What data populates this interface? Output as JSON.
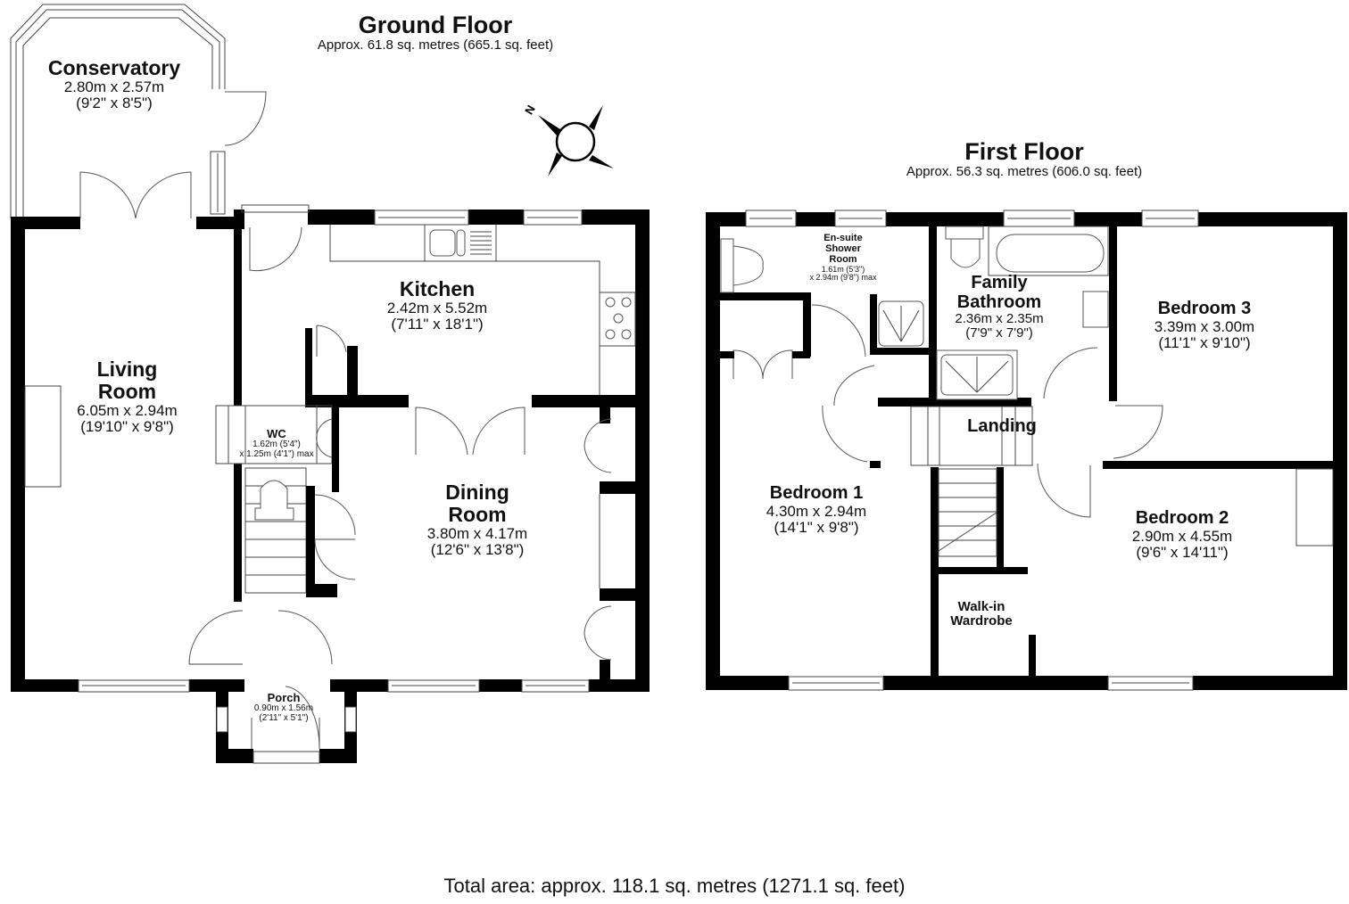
{
  "ground_floor": {
    "title": "Ground Floor",
    "area": "Approx. 61.8 sq. metres (665.1 sq. feet)",
    "rooms": {
      "conservatory": {
        "name": "Conservatory",
        "metric": "2.80m x 2.57m",
        "imperial": "(9'2\" x 8'5\")"
      },
      "kitchen": {
        "name": "Kitchen",
        "metric": "2.42m x 5.52m",
        "imperial": "(7'11\" x 18'1\")"
      },
      "living_room": {
        "name_line1": "Living",
        "name_line2": "Room",
        "metric": "6.05m x 2.94m",
        "imperial": "(19'10\" x 9'8\")"
      },
      "wc": {
        "name": "WC",
        "line1": "1.62m (5'4\")",
        "line2": "x 1.25m (4'1\") max"
      },
      "dining_room": {
        "name_line1": "Dining",
        "name_line2": "Room",
        "metric": "3.80m x 4.17m",
        "imperial": "(12'6\" x 13'8\")"
      },
      "porch": {
        "name": "Porch",
        "metric": "0.90m x 1.56m",
        "imperial": "(2'11\" x 5'1\")"
      }
    }
  },
  "first_floor": {
    "title": "First Floor",
    "area": "Approx. 56.3 sq. metres (606.0 sq. feet)",
    "rooms": {
      "ensuite": {
        "name_line1": "En-suite",
        "name_line2": "Shower",
        "name_line3": "Room",
        "line1": "1.61m (5'3\")",
        "line2": "x 2.94m (9'8\") max"
      },
      "family_bathroom": {
        "name_line1": "Family",
        "name_line2": "Bathroom",
        "metric": "2.36m x 2.35m",
        "imperial": "(7'9\" x 7'9\")"
      },
      "bedroom_3": {
        "name": "Bedroom 3",
        "metric": "3.39m x 3.00m",
        "imperial": "(11'1\" x 9'10\")"
      },
      "landing": {
        "name": "Landing"
      },
      "bedroom_1": {
        "name": "Bedroom 1",
        "metric": "4.30m x 2.94m",
        "imperial": "(14'1\" x 9'8\")"
      },
      "bedroom_2": {
        "name": "Bedroom 2",
        "metric": "2.90m x 4.55m",
        "imperial": "(9'6\" x 14'11\")"
      },
      "walk_in_wardrobe": {
        "name_line1": "Walk-in",
        "name_line2": "Wardrobe"
      }
    }
  },
  "compass": {
    "label": "N",
    "icon": "compass-rose-icon"
  },
  "total_area": "Total area: approx. 118.1 sq. metres (1271.1 sq. feet)",
  "colors": {
    "wall": "#000000",
    "background": "#ffffff",
    "line": "#444444"
  }
}
